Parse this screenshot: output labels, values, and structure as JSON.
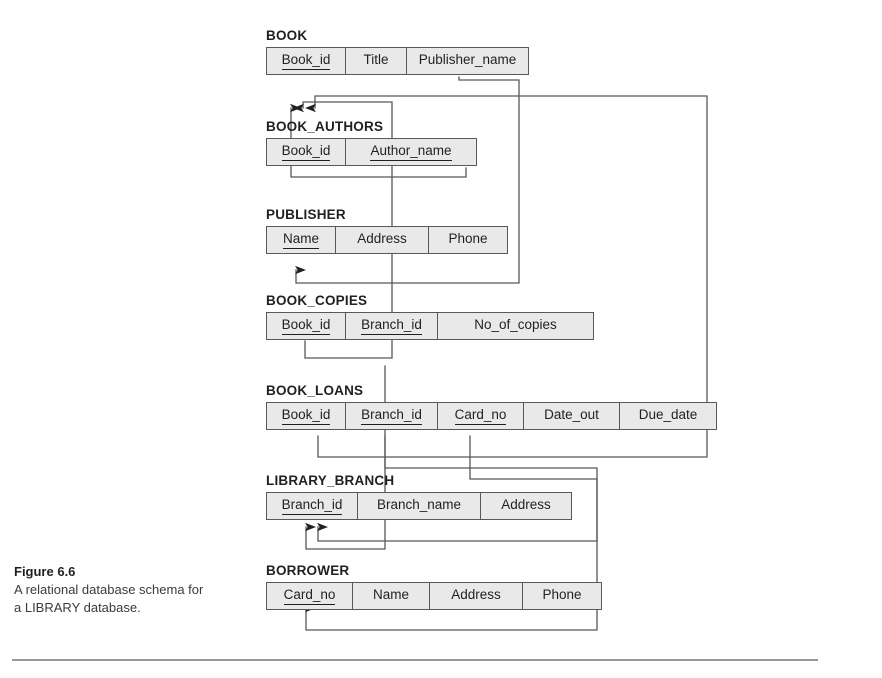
{
  "figure": {
    "label": "Figure 6.6",
    "caption": "A relational database schema for a LIBRARY database."
  },
  "diagram": {
    "type": "relational-schema",
    "notation": "arrows point from foreign key attribute to referenced primary key",
    "colors": {
      "cell_fill": "#e9e9e9",
      "border": "#58585a",
      "text": "#231f20",
      "connector": "#58585a",
      "rule": "#96989a"
    },
    "relations": [
      {
        "name": "BOOK",
        "attributes": [
          {
            "name": "Book_id",
            "key": true
          },
          {
            "name": "Title",
            "key": false
          },
          {
            "name": "Publisher_name",
            "key": false
          }
        ]
      },
      {
        "name": "BOOK_AUTHORS",
        "attributes": [
          {
            "name": "Book_id",
            "key": true
          },
          {
            "name": "Author_name",
            "key": true
          }
        ]
      },
      {
        "name": "PUBLISHER",
        "attributes": [
          {
            "name": "Name",
            "key": true
          },
          {
            "name": "Address",
            "key": false
          },
          {
            "name": "Phone",
            "key": false
          }
        ]
      },
      {
        "name": "BOOK_COPIES",
        "attributes": [
          {
            "name": "Book_id",
            "key": true
          },
          {
            "name": "Branch_id",
            "key": true
          },
          {
            "name": "No_of_copies",
            "key": false
          }
        ]
      },
      {
        "name": "BOOK_LOANS",
        "attributes": [
          {
            "name": "Book_id",
            "key": true
          },
          {
            "name": "Branch_id",
            "key": true
          },
          {
            "name": "Card_no",
            "key": true
          },
          {
            "name": "Date_out",
            "key": false
          },
          {
            "name": "Due_date",
            "key": false
          }
        ]
      },
      {
        "name": "LIBRARY_BRANCH",
        "attributes": [
          {
            "name": "Branch_id",
            "key": true
          },
          {
            "name": "Branch_name",
            "key": false
          },
          {
            "name": "Address",
            "key": false
          }
        ]
      },
      {
        "name": "BORROWER",
        "attributes": [
          {
            "name": "Card_no",
            "key": true
          },
          {
            "name": "Name",
            "key": false
          },
          {
            "name": "Address",
            "key": false
          },
          {
            "name": "Phone",
            "key": false
          }
        ]
      }
    ],
    "foreign_keys": [
      {
        "from_relation": "BOOK",
        "from_attribute": "Publisher_name",
        "to_relation": "PUBLISHER",
        "to_attribute": "Name"
      },
      {
        "from_relation": "BOOK_AUTHORS",
        "from_attribute": "Book_id",
        "to_relation": "BOOK",
        "to_attribute": "Book_id"
      },
      {
        "from_relation": "BOOK_COPIES",
        "from_attribute": "Book_id",
        "to_relation": "BOOK",
        "to_attribute": "Book_id"
      },
      {
        "from_relation": "BOOK_COPIES",
        "from_attribute": "Branch_id",
        "to_relation": "LIBRARY_BRANCH",
        "to_attribute": "Branch_id"
      },
      {
        "from_relation": "BOOK_LOANS",
        "from_attribute": "Book_id",
        "to_relation": "BOOK",
        "to_attribute": "Book_id"
      },
      {
        "from_relation": "BOOK_LOANS",
        "from_attribute": "Branch_id",
        "to_relation": "LIBRARY_BRANCH",
        "to_attribute": "Branch_id"
      },
      {
        "from_relation": "BOOK_LOANS",
        "from_attribute": "Card_no",
        "to_relation": "BORROWER",
        "to_attribute": "Card_no"
      }
    ]
  }
}
